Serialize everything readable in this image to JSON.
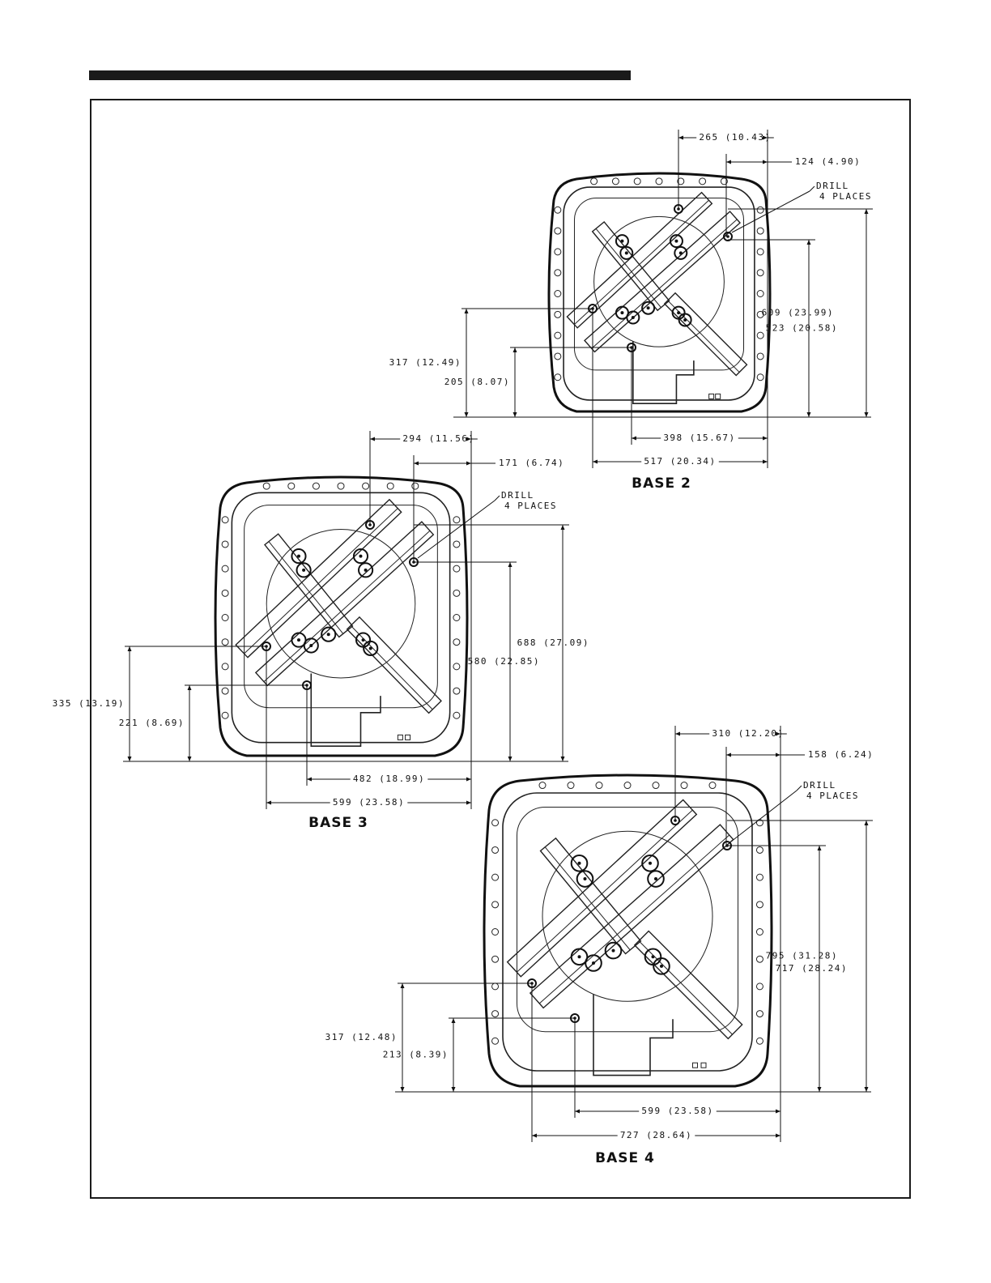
{
  "bases": [
    {
      "id": "base2",
      "label": "BASE 2",
      "drill_note": [
        "DRILL",
        "4 PLACES"
      ],
      "dims": {
        "top_wide": "265 (10.43)",
        "top_narrow": "124 (4.90)",
        "right_outer": "609 (23.99)",
        "right_inner": "523 (20.58)",
        "left_outer": "317 (12.49)",
        "left_inner": "205 (8.07)",
        "bottom_short": "398 (15.67)",
        "bottom_long": "517 (20.34)"
      }
    },
    {
      "id": "base3",
      "label": "BASE 3",
      "drill_note": [
        "DRILL",
        "4 PLACES"
      ],
      "dims": {
        "top_wide": "294 (11.56)",
        "top_narrow": "171 (6.74)",
        "right_outer": "688 (27.09)",
        "right_inner": "580 (22.85)",
        "left_outer": "335 (13.19)",
        "left_inner": "221 (8.69)",
        "bottom_short": "482 (18.99)",
        "bottom_long": "599 (23.58)"
      }
    },
    {
      "id": "base4",
      "label": "BASE 4",
      "drill_note": [
        "DRILL",
        "4 PLACES"
      ],
      "dims": {
        "top_wide": "310 (12.20)",
        "top_narrow": "158 (6.24)",
        "right_outer": "795 (31.28)",
        "right_inner": "717 (28.24)",
        "left_outer": "317 (12.48)",
        "left_inner": "213 (8.39)",
        "bottom_short": "599 (23.58)",
        "bottom_long": "727 (28.64)"
      }
    }
  ]
}
